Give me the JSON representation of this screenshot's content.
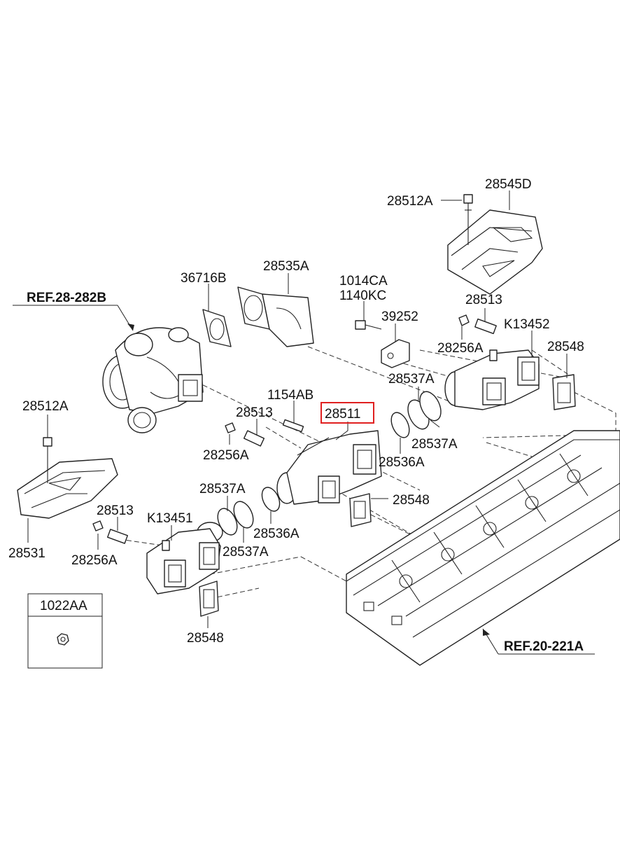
{
  "diagram": {
    "references": {
      "turbo": "REF.28-282B",
      "cylinder_head": "REF.20-221A"
    },
    "highlight_color": "#e02020",
    "labels": {
      "p28545D": "28545D",
      "p28512A_top": "28512A",
      "p28535A": "28535A",
      "p36716B": "36716B",
      "p1014CA": "1014CA",
      "p1140KC": "1140KC",
      "p39252": "39252",
      "p28513_right": "28513",
      "pK13452": "K13452",
      "p28256A_right": "28256A",
      "p28548_right": "28548",
      "p28537A_r1": "28537A",
      "p28537A_r2": "28537A",
      "p28536A_right": "28536A",
      "p28511": "28511",
      "p1154AB": "1154AB",
      "p28513_mid": "28513",
      "p28256A_mid": "28256A",
      "p28512A_left": "28512A",
      "p28548_mid": "28548",
      "p28537A_l1": "28537A",
      "p28537A_l2": "28537A",
      "p28536A_left": "28536A",
      "p28513_left": "28513",
      "pK13451": "K13451",
      "p28256A_left": "28256A",
      "p28531": "28531",
      "p28548_bottom": "28548",
      "p1022AA": "1022AA"
    }
  }
}
